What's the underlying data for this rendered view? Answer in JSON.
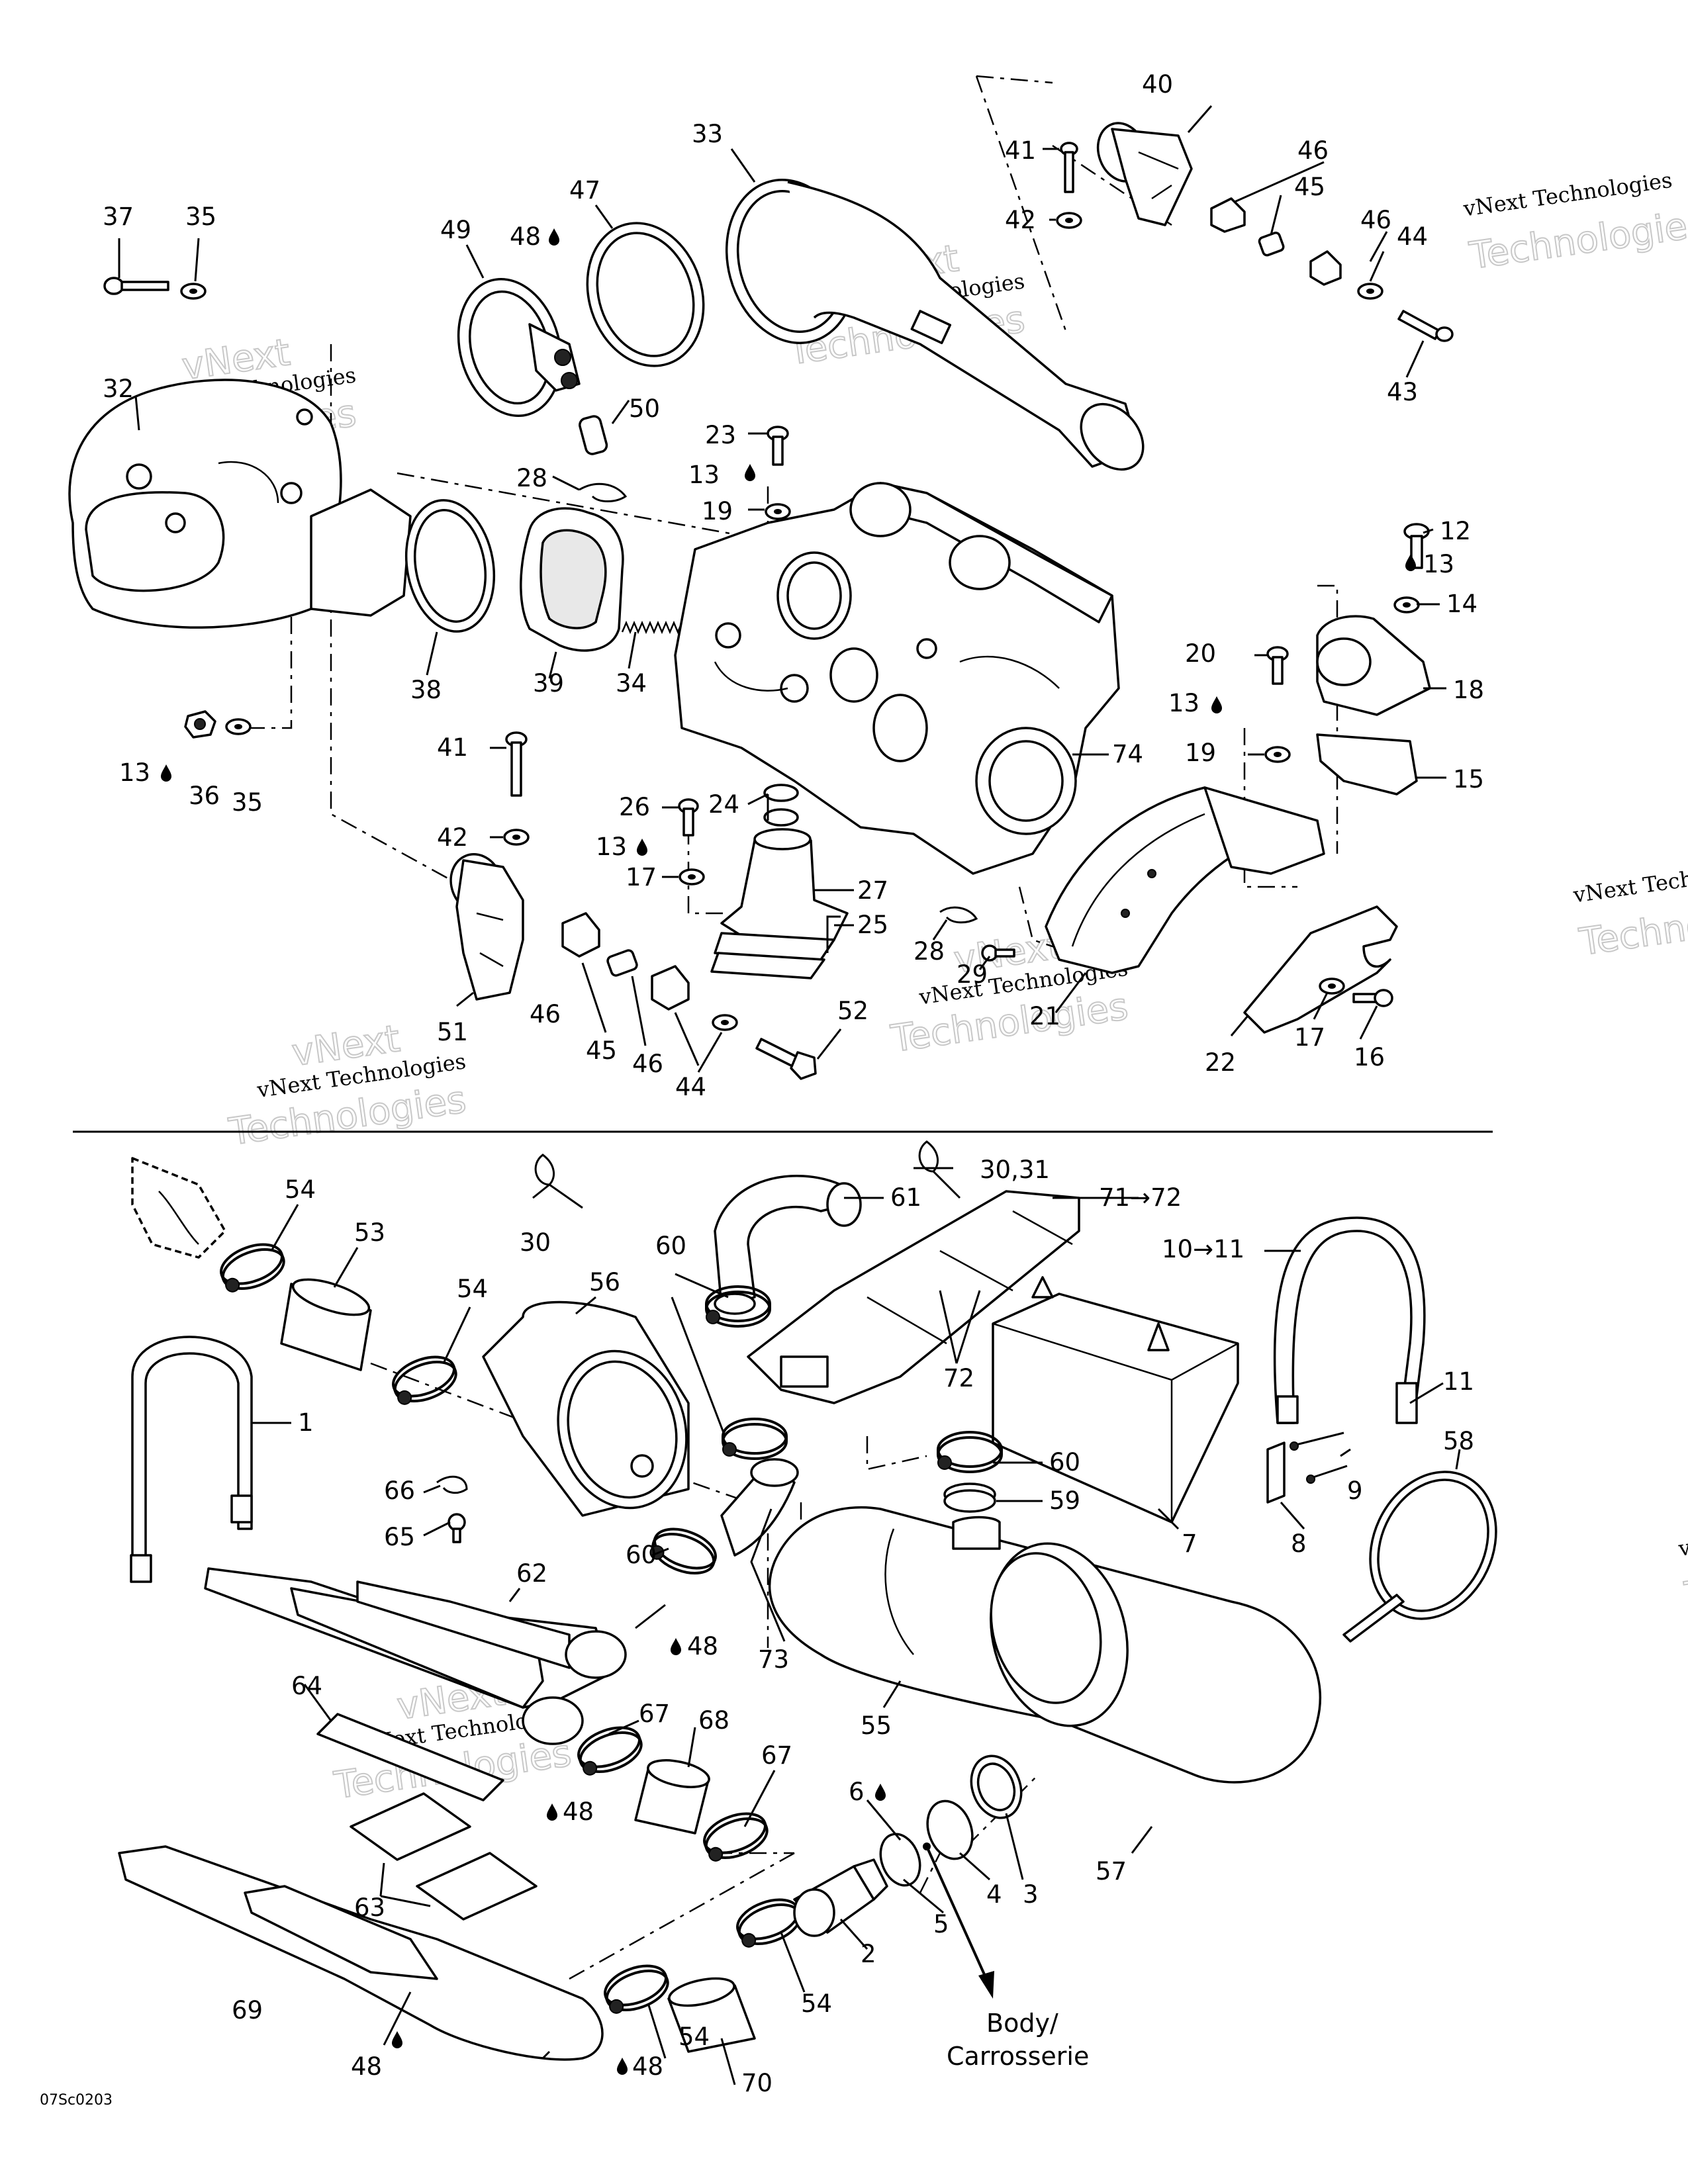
{
  "diagram_code": "07Sc0203",
  "watermark": {
    "line1": "vNext Technologies",
    "line2": "vNext",
    "line3": "Technologies"
  },
  "body_label": {
    "line1": "Body/",
    "line2": "Carrosserie"
  },
  "callouts": [
    {
      "id": "c1",
      "text": "1"
    },
    {
      "id": "c2",
      "text": "2"
    },
    {
      "id": "c3",
      "text": "3"
    },
    {
      "id": "c4",
      "text": "4"
    },
    {
      "id": "c5",
      "text": "5"
    },
    {
      "id": "c6",
      "text": "6"
    },
    {
      "id": "c7",
      "text": "7"
    },
    {
      "id": "c8",
      "text": "8"
    },
    {
      "id": "c9",
      "text": "9"
    },
    {
      "id": "c10",
      "text": "10→11"
    },
    {
      "id": "c11",
      "text": "11"
    },
    {
      "id": "c12",
      "text": "12"
    },
    {
      "id": "c13a",
      "text": "13"
    },
    {
      "id": "c13b",
      "text": "13"
    },
    {
      "id": "c13c",
      "text": "13"
    },
    {
      "id": "c13d",
      "text": "13"
    },
    {
      "id": "c13e",
      "text": "13"
    },
    {
      "id": "c14",
      "text": "14"
    },
    {
      "id": "c15",
      "text": "15"
    },
    {
      "id": "c16",
      "text": "16"
    },
    {
      "id": "c17a",
      "text": "17"
    },
    {
      "id": "c17b",
      "text": "17"
    },
    {
      "id": "c18",
      "text": "18"
    },
    {
      "id": "c19a",
      "text": "19"
    },
    {
      "id": "c19b",
      "text": "19"
    },
    {
      "id": "c20",
      "text": "20"
    },
    {
      "id": "c21",
      "text": "21"
    },
    {
      "id": "c22",
      "text": "22"
    },
    {
      "id": "c23",
      "text": "23"
    },
    {
      "id": "c24",
      "text": "24"
    },
    {
      "id": "c25",
      "text": "25"
    },
    {
      "id": "c26",
      "text": "26"
    },
    {
      "id": "c27",
      "text": "27"
    },
    {
      "id": "c28a",
      "text": "28"
    },
    {
      "id": "c28b",
      "text": "28"
    },
    {
      "id": "c29",
      "text": "29"
    },
    {
      "id": "c30",
      "text": "30"
    },
    {
      "id": "c3031",
      "text": "30,31"
    },
    {
      "id": "c32",
      "text": "32"
    },
    {
      "id": "c33",
      "text": "33"
    },
    {
      "id": "c34",
      "text": "34"
    },
    {
      "id": "c35a",
      "text": "35"
    },
    {
      "id": "c35b",
      "text": "35"
    },
    {
      "id": "c36",
      "text": "36"
    },
    {
      "id": "c37",
      "text": "37"
    },
    {
      "id": "c38",
      "text": "38"
    },
    {
      "id": "c39",
      "text": "39"
    },
    {
      "id": "c40",
      "text": "40"
    },
    {
      "id": "c41a",
      "text": "41"
    },
    {
      "id": "c41b",
      "text": "41"
    },
    {
      "id": "c42a",
      "text": "42"
    },
    {
      "id": "c42b",
      "text": "42"
    },
    {
      "id": "c43",
      "text": "43"
    },
    {
      "id": "c44a",
      "text": "44"
    },
    {
      "id": "c44b",
      "text": "44"
    },
    {
      "id": "c45a",
      "text": "45"
    },
    {
      "id": "c45b",
      "text": "45"
    },
    {
      "id": "c46a",
      "text": "46"
    },
    {
      "id": "c46b",
      "text": "46"
    },
    {
      "id": "c46c",
      "text": "46"
    },
    {
      "id": "c46d",
      "text": "46"
    },
    {
      "id": "c47",
      "text": "47"
    },
    {
      "id": "c48a",
      "text": "48"
    },
    {
      "id": "c48b",
      "text": "48"
    },
    {
      "id": "c48c",
      "text": "48"
    },
    {
      "id": "c48d",
      "text": "48"
    },
    {
      "id": "c48e",
      "text": "48"
    },
    {
      "id": "c49",
      "text": "49"
    },
    {
      "id": "c50",
      "text": "50"
    },
    {
      "id": "c51",
      "text": "51"
    },
    {
      "id": "c52",
      "text": "52"
    },
    {
      "id": "c53",
      "text": "53"
    },
    {
      "id": "c54a",
      "text": "54"
    },
    {
      "id": "c54b",
      "text": "54"
    },
    {
      "id": "c54c",
      "text": "54"
    },
    {
      "id": "c54d",
      "text": "54"
    },
    {
      "id": "c55",
      "text": "55"
    },
    {
      "id": "c56",
      "text": "56"
    },
    {
      "id": "c57",
      "text": "57"
    },
    {
      "id": "c58",
      "text": "58"
    },
    {
      "id": "c59",
      "text": "59"
    },
    {
      "id": "c60a",
      "text": "60"
    },
    {
      "id": "c60b",
      "text": "60"
    },
    {
      "id": "c60c",
      "text": "60"
    },
    {
      "id": "c61",
      "text": "61"
    },
    {
      "id": "c62",
      "text": "62"
    },
    {
      "id": "c63",
      "text": "63"
    },
    {
      "id": "c64",
      "text": "64"
    },
    {
      "id": "c65",
      "text": "65"
    },
    {
      "id": "c66",
      "text": "66"
    },
    {
      "id": "c67a",
      "text": "67"
    },
    {
      "id": "c67b",
      "text": "67"
    },
    {
      "id": "c68",
      "text": "68"
    },
    {
      "id": "c69",
      "text": "69"
    },
    {
      "id": "c70",
      "text": "70"
    },
    {
      "id": "c71",
      "text": "71→72"
    },
    {
      "id": "c72",
      "text": "72"
    },
    {
      "id": "c73",
      "text": "73"
    },
    {
      "id": "c74",
      "text": "74"
    }
  ]
}
